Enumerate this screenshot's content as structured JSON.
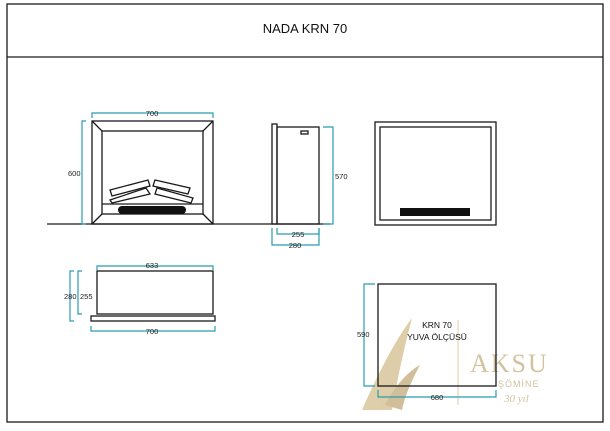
{
  "title": "NADA KRN 70",
  "front_view": {
    "width": "700",
    "height": "600"
  },
  "side_view": {
    "height": "570",
    "depth_inner": "255",
    "depth_outer": "280"
  },
  "top_view": {
    "inner_width": "633",
    "outer_width": "700",
    "depth_outer": "280",
    "depth_inner": "255"
  },
  "niche": {
    "label_line1": "KRN 70",
    "label_line2": "YUVA  ÖLÇÜSÜ",
    "height": "590",
    "width": "680"
  },
  "logo": {
    "brand": "AKSU",
    "sub": "ŞÖMİNE",
    "tagline": "30 yıl"
  },
  "colors": {
    "dimension": "#2a9cb0",
    "logo": "#c9b48a"
  }
}
